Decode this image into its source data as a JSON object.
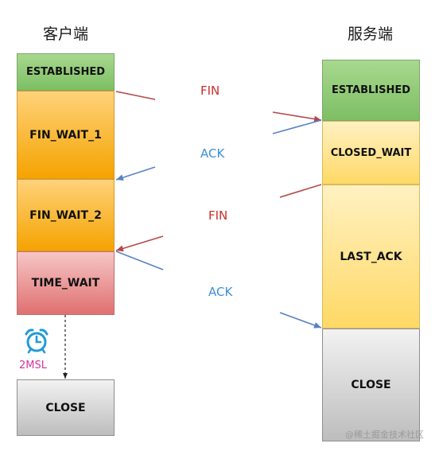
{
  "client": {
    "title": "客户端",
    "states": {
      "established": "ESTABLISHED",
      "fin_wait_1": "FIN_WAIT_1",
      "fin_wait_2": "FIN_WAIT_2",
      "time_wait": "TIME_WAIT",
      "close": "CLOSE"
    },
    "timer_label": "2MSL"
  },
  "server": {
    "title": "服务端",
    "states": {
      "established": "ESTABLISHED",
      "closed_wait": "CLOSED_WAIT",
      "last_ack": "LAST_ACK",
      "close": "CLOSE"
    }
  },
  "messages": [
    {
      "label": "FIN",
      "color": "#c9302c"
    },
    {
      "label": "ACK",
      "color": "#3d8fd8"
    },
    {
      "label": "FIN",
      "color": "#c9302c"
    },
    {
      "label": "ACK",
      "color": "#3d8fd8"
    }
  ],
  "watermark": "@稀土掘金技术社区",
  "icons": {
    "timer": "alarm-clock-icon"
  }
}
